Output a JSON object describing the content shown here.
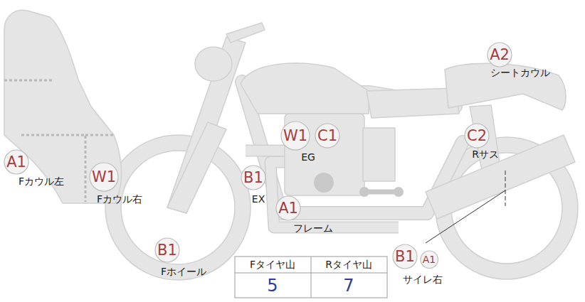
{
  "diagram": {
    "nodes": [
      {
        "text": [
          "A2"
        ]
      },
      {
        "text": [
          "W1"
        ]
      },
      {
        "text": [
          "C1"
        ]
      },
      {
        "text": [
          "C2"
        ]
      },
      {
        "text": [
          "A1"
        ]
      },
      {
        "text": [
          "W1"
        ]
      },
      {
        "text": [
          "B1"
        ]
      },
      {
        "text": [
          "A1"
        ]
      },
      {
        "text": [
          "B1"
        ]
      },
      {
        "text": [
          "B1"
        ]
      },
      {
        "text": [
          "A1"
        ]
      }
    ],
    "edges": [],
    "labels": [
      "シートカウル",
      "EG",
      "Rサス",
      "Fカウル左",
      "Fカウル右",
      "EX",
      "フレーム",
      "Fホイール",
      "サイレ右",
      "Fタイヤ山",
      "Rタイヤ山",
      "5",
      "7"
    ]
  }
}
